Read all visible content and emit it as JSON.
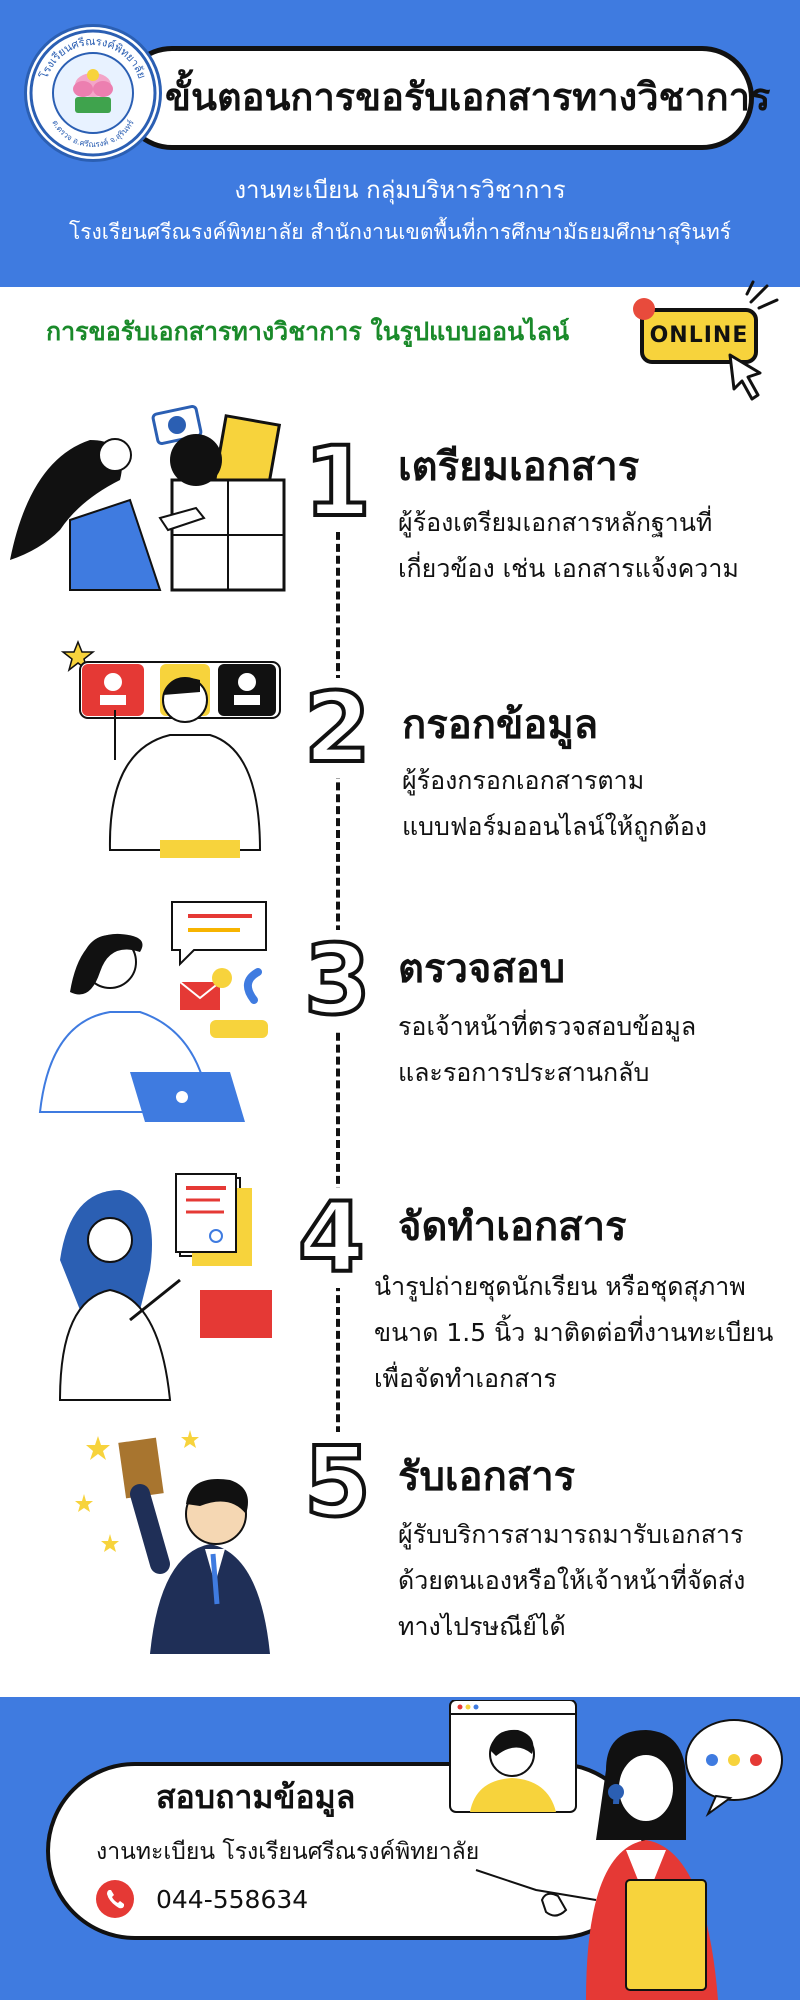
{
  "header": {
    "title": "ขั้นตอนการขอรับเอกสารทางวิชาการ",
    "subtitle_line1": "งานทะเบียน กลุ่มบริหารวิชาการ",
    "subtitle_line2": "โรงเรียนศรีณรงค์พิทยาลัย สำนักงานเขตพื้นที่การศึกษามัธยมศึกษาสุรินทร์",
    "logo_text_top": "โรงเรียนศรีณรงค์พิทยาลัย",
    "logo_text_bottom": "ต.ตรวจ อ.ศรีณรงค์ จ.สุรินทร์"
  },
  "online_section": {
    "heading": "การขอรับเอกสารทางวิชาการ ในรูปแบบออนไลน์",
    "badge": "ONLINE"
  },
  "steps": [
    {
      "number": "1",
      "title": "เตรียมเอกสาร",
      "desc_lines": [
        "ผู้ร้องเตรียมเอกสารหลักฐานที่",
        "เกี่ยวข้อง เช่น เอกสารแจ้งความ"
      ]
    },
    {
      "number": "2",
      "title": "กรอกข้อมูล",
      "desc_lines": [
        "ผู้ร้องกรอกเอกสารตาม",
        "แบบฟอร์มออนไลน์ให้ถูกต้อง"
      ]
    },
    {
      "number": "3",
      "title": "ตรวจสอบ",
      "desc_lines": [
        "รอเจ้าหน้าที่ตรวจสอบข้อมูล",
        "และรอการประสานกลับ"
      ]
    },
    {
      "number": "4",
      "title": "จัดทำเอกสาร",
      "desc_lines": [
        "นำรูปถ่ายชุดนักเรียน หรือชุดสุภาพ",
        "ขนาด 1.5 นิ้ว มาติดต่อที่งานทะเบียน",
        "เพื่อจัดทำเอกสาร"
      ]
    },
    {
      "number": "5",
      "title": "รับเอกสาร",
      "desc_lines": [
        "ผู้รับบริการสามารถมารับเอกสาร",
        "ด้วยตนเองหรือให้เจ้าหน้าที่จัดส่ง",
        "ทางไปรษณีย์ได้"
      ]
    }
  ],
  "contact": {
    "title": "สอบถามข้อมูล",
    "school": "งานทะเบียน โรงเรียนศรีณรงค์พิทยาลัย",
    "phone": "044-558634"
  },
  "colors": {
    "brand_blue": "#3f7be0",
    "green_heading": "#1a8a2a",
    "badge_yellow": "#f7d33c",
    "accent_red": "#e53935"
  }
}
